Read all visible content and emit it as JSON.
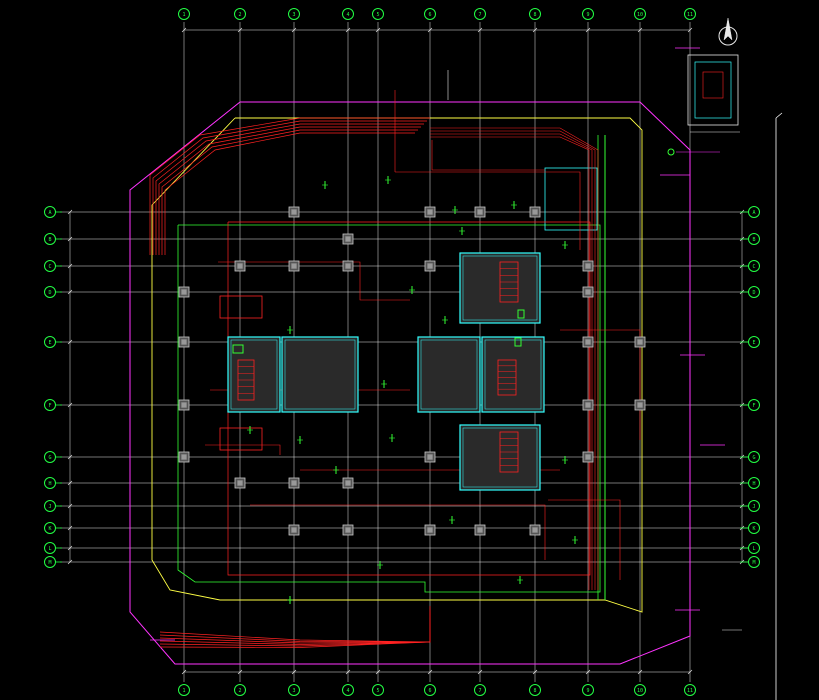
{
  "app": {
    "title": "CAD model space",
    "background": "#000000"
  },
  "colors": {
    "grid": "#e8e8e8",
    "bubble": "#22ff44",
    "pipe_red": "#ff2222",
    "pipe_magenta": "#ff33ff",
    "outline_yellow": "#ffff44",
    "wall_cyan": "#33ffff",
    "green": "#33ff33",
    "column": "#c8c8c8"
  },
  "grid": {
    "top_bubbles": [
      "1",
      "2",
      "3",
      "4",
      "5",
      "6",
      "7",
      "8",
      "9",
      "10",
      "11"
    ],
    "left_bubbles": [
      "A",
      "B",
      "C",
      "D",
      "E",
      "F",
      "G",
      "H",
      "J",
      "K",
      "L",
      "M"
    ],
    "right_bubbles": [
      "A",
      "B",
      "C",
      "D",
      "E",
      "F",
      "G",
      "H",
      "J",
      "K",
      "L",
      "M"
    ],
    "bottom_bubbles": [
      "1",
      "2",
      "3",
      "4",
      "5",
      "6",
      "7",
      "8",
      "9",
      "10",
      "11"
    ]
  },
  "icons": {
    "north_arrow": "north-arrow-icon",
    "bubble": "grid-bubble-icon",
    "column": "column-icon"
  }
}
